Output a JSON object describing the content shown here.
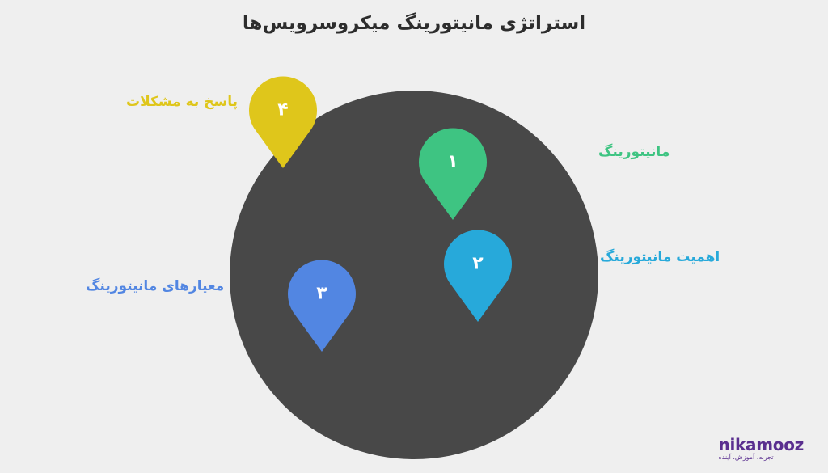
{
  "title": "استراتژی مانیتورینگ میکروسرویس‌ها",
  "colors": {
    "background": "#efefef",
    "circle": "#484848",
    "green": "#3ec482",
    "blue": "#27a9da",
    "indigo": "#5286e2",
    "yellow": "#dfc61b"
  },
  "pins": [
    {
      "number": "۱",
      "label": "مانیتورینگ",
      "color": "#3ec482",
      "icon": "map-pin-icon"
    },
    {
      "number": "۲",
      "label": "اهمیت مانیتورینگ",
      "color": "#27a9da",
      "icon": "map-pin-icon"
    },
    {
      "number": "۳",
      "label": "معیارهای مانیتورینگ",
      "color": "#5286e2",
      "icon": "map-pin-icon"
    },
    {
      "number": "۴",
      "label": "پاسخ به مشکلات",
      "color": "#dfc61b",
      "icon": "map-pin-icon"
    }
  ],
  "logo": {
    "name": "nikamooz",
    "tagline": "تجربه، آموزش، آینده"
  }
}
